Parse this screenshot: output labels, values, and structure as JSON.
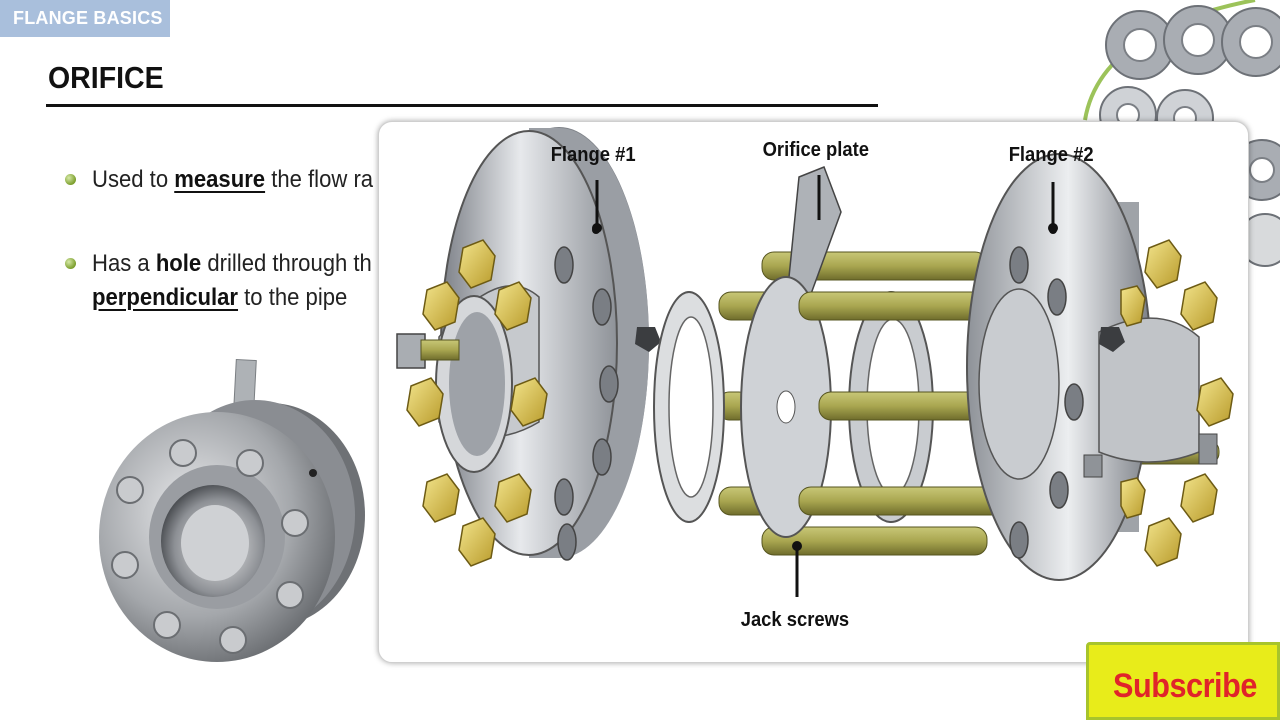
{
  "header": {
    "tag": "FLANGE BASICS",
    "title": "ORIFICE"
  },
  "bullets": [
    {
      "pre": "Used to ",
      "bold": "measure",
      "post": " the flow ra"
    },
    {
      "line1_pre": "Has a ",
      "line1_bold": "hole",
      "line1_post": " drilled through th",
      "line2_bold": "perpendicular",
      "line2_post": " to the pipe"
    }
  ],
  "diagram": {
    "labels": {
      "flange1": "Flange #1",
      "orifice_plate": "Orifice plate",
      "flange2": "Flange #2",
      "jack_screws": "Jack screws"
    }
  },
  "subscribe": {
    "label": "Subscribe"
  },
  "colors": {
    "tag_bg": "#a9bfdc",
    "bullet": "#7b9e2c",
    "subscribe_bg": "#e8ec1a",
    "subscribe_text": "#e0242a",
    "stud": "#9c9a4a",
    "nut": "#e6d16a",
    "steel": "#b8bcc2"
  }
}
